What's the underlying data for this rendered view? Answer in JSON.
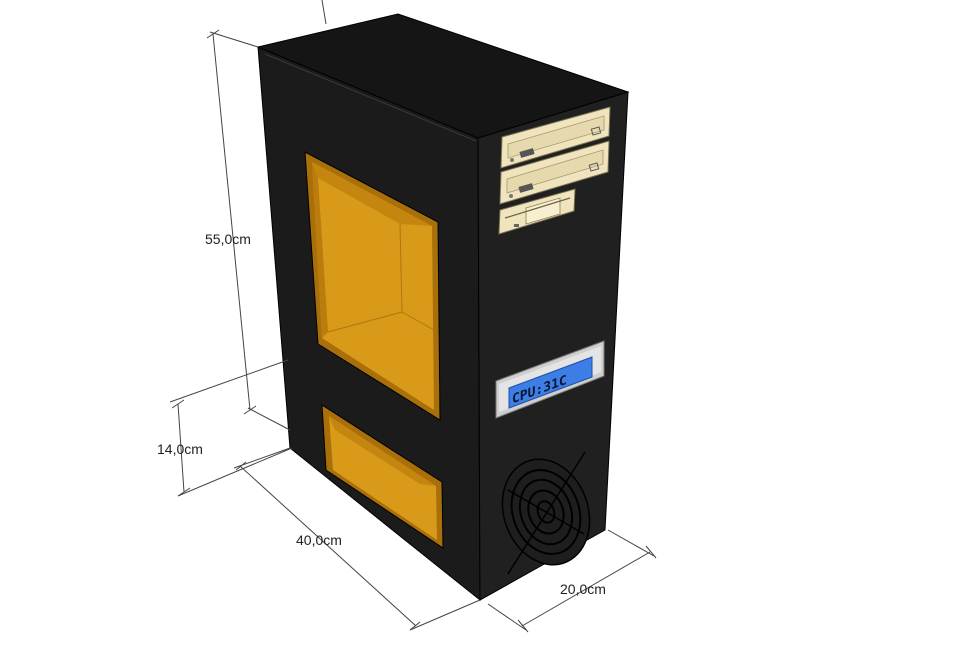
{
  "dimensions": {
    "height": "55,0cm",
    "foot": "14,0cm",
    "depth": "40,0cm",
    "width": "20,0cm"
  },
  "lcd": {
    "text": "CPU:31C"
  },
  "colors": {
    "case_body": "#1a1a1a",
    "case_top": "#141414",
    "window_fill": "#d89a18",
    "window_dark": "#b57a0c",
    "drive_bay": "#efe4be",
    "lcd_screen": "#3c7de6",
    "lcd_frame": "#c8c8c8",
    "dimension_line": "#444444"
  }
}
